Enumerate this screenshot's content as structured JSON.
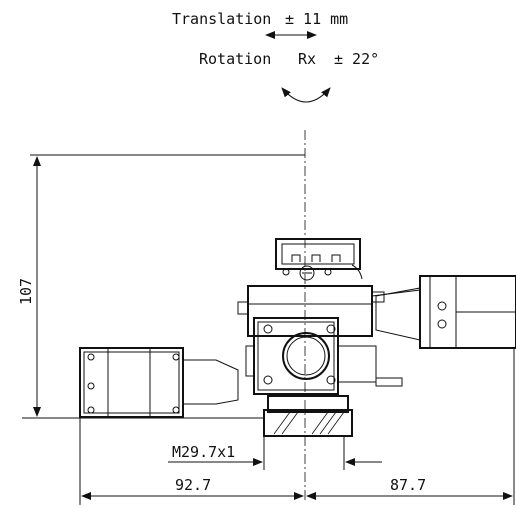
{
  "header": {
    "translation_label": "Translation",
    "translation_value": "± 11 mm",
    "rotation_label": "Rotation",
    "rotation_axis": "Rx",
    "rotation_value": "± 22°"
  },
  "dimensions": {
    "height": "107",
    "thread": "M29.7x1",
    "left_width": "92.7",
    "right_width": "87.7"
  }
}
